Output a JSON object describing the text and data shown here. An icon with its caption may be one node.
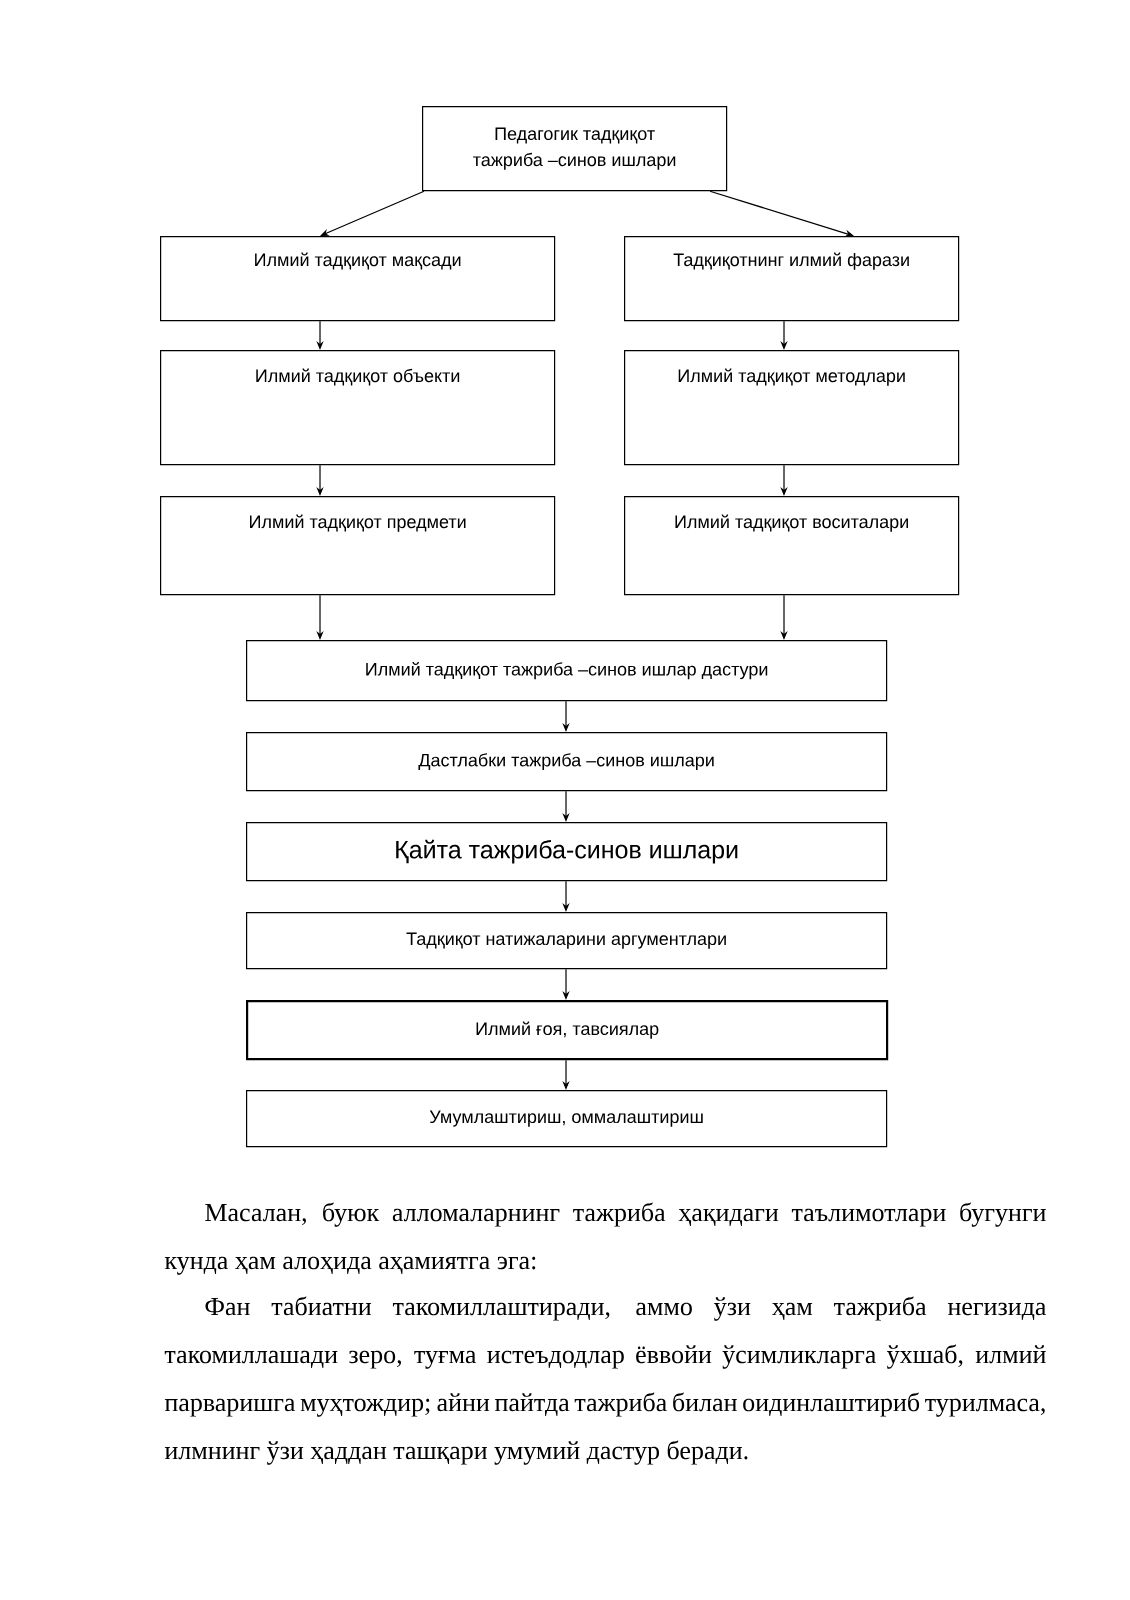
{
  "diagram": {
    "nodes": [
      {
        "text": [
          "Педагогик тадқиқот тажриба –синов ишлари"
        ]
      },
      {
        "text": [
          "Илмий тадқиқот мақсади"
        ]
      },
      {
        "text": [
          "Тадқиқотнинг илмий фарази"
        ]
      },
      {
        "text": [
          "Илмий тадқиқот объекти"
        ]
      },
      {
        "text": [
          "Илмий тадқиқот методлари"
        ]
      },
      {
        "text": [
          "Илмий тадқиқот предмети"
        ]
      },
      {
        "text": [
          "Илмий тадқиқот воситалари"
        ]
      },
      {
        "text": [
          "Илмий тадқиқот тажриба –синов ишлар дастури"
        ]
      },
      {
        "text": [
          "Дастлабки тажриба –синов ишлари"
        ]
      },
      {
        "text": [
          "Қайта тажриба-синов ишлари"
        ]
      },
      {
        "text": [
          "Тадқиқот натижаларини аргументлари"
        ]
      },
      {
        "text": [
          "Илмий ғоя, тавсиялар"
        ]
      },
      {
        "text": [
          "Умумлаштириш, оммалаштириш"
        ]
      }
    ],
    "edges": [
      {
        "from": 0,
        "to": 1,
        "arrow": "to"
      },
      {
        "from": 0,
        "to": 2,
        "arrow": "to"
      },
      {
        "from": 1,
        "to": 3,
        "arrow": "to"
      },
      {
        "from": 3,
        "to": 5,
        "arrow": "to"
      },
      {
        "from": 2,
        "to": 4,
        "arrow": "to"
      },
      {
        "from": 4,
        "to": 6,
        "arrow": "to"
      },
      {
        "from": 5,
        "to": 7,
        "arrow": "to"
      },
      {
        "from": 6,
        "to": 7,
        "arrow": "to"
      },
      {
        "from": 7,
        "to": 8,
        "arrow": "to"
      },
      {
        "from": 8,
        "to": 9,
        "arrow": "to"
      },
      {
        "from": 9,
        "to": 10,
        "arrow": "to"
      },
      {
        "from": 10,
        "to": 11,
        "arrow": "to"
      },
      {
        "from": 11,
        "to": 12,
        "arrow": "to"
      }
    ],
    "labels": [
      "Масалан, буюк алломаларнинг тажриба ҳақидаги таълимотлари бугунги кунда ҳам алоҳида аҳамиятга эга:",
      "Фан табиатни такомиллаштиради, аммо ўзи ҳам тажриба негизида такомиллашади зеро, туғма истеъдодлар ёввойи ўсимликларга ўхшаб, илмий парваришга муҳтождир; айни пайтда тажриба билан оидинлаштириб турилмаса, илмнинг ўзи ҳаддан ташқари умумий дастур беради."
    ]
  }
}
